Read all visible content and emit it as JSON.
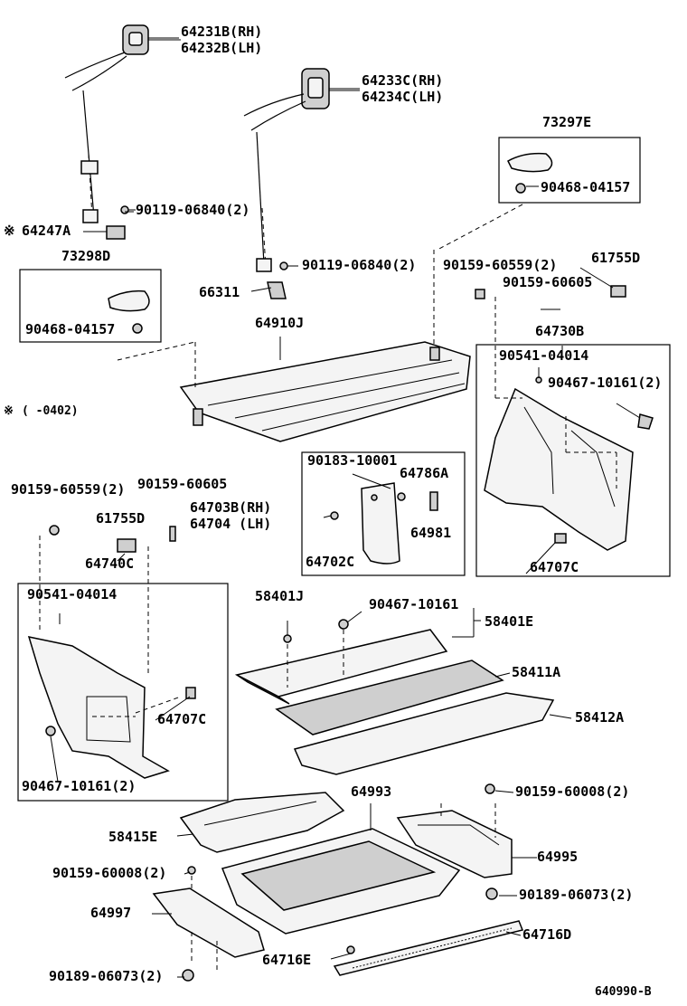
{
  "diagram": {
    "figure_code": "640990-B",
    "note_marker": "※",
    "note_text": "(    -0402)",
    "labels": {
      "p64231B": "64231B(RH)",
      "p64232B": "64232B(LH)",
      "p64233C": "64233C(RH)",
      "p64234C": "64234C(LH)",
      "p73297E": "73297E",
      "p90468_top": "90468-04157",
      "p90119_a": "90119-06840(2)",
      "p64247A": "64247A",
      "p73298D": "73298D",
      "p90119_b": "90119-06840(2)",
      "p90468_left": "90468-04157",
      "p66311": "66311",
      "p64910J": "64910J",
      "p90159_60559_r": "90159-60559(2)",
      "p61755D_r": "61755D",
      "p90159_60605_r": "90159-60605",
      "p64730B": "64730B",
      "p90541_r": "90541-04014",
      "p90467_r": "90467-10161(2)",
      "p64707C_r": "64707C",
      "p90183": "90183-10001",
      "p64786A": "64786A",
      "p64981": "64981",
      "p64702C": "64702C",
      "p64703B": "64703B(RH)",
      "p64704": "64704   (LH)",
      "p90159_60559_l": "90159-60559(2)",
      "p90159_60605_l": "90159-60605",
      "p61755D_l": "61755D",
      "p64740C": "64740C",
      "p90541_l": "90541-04014",
      "p64707C_l": "64707C",
      "p90467_l": "90467-10161(2)",
      "p58401J": "58401J",
      "p90467_c": "90467-10161",
      "p58401E": "58401E",
      "p58411A": "58411A",
      "p58412A": "58412A",
      "p64993": "64993",
      "p90159_60008_r": "90159-60008(2)",
      "p58415E": "58415E",
      "p64995": "64995",
      "p90159_60008_l": "90159-60008(2)",
      "p90189_r": "90189-06073(2)",
      "p64997": "64997",
      "p64716D": "64716D",
      "p64716E": "64716E",
      "p90189_l": "90189-06073(2)"
    }
  }
}
